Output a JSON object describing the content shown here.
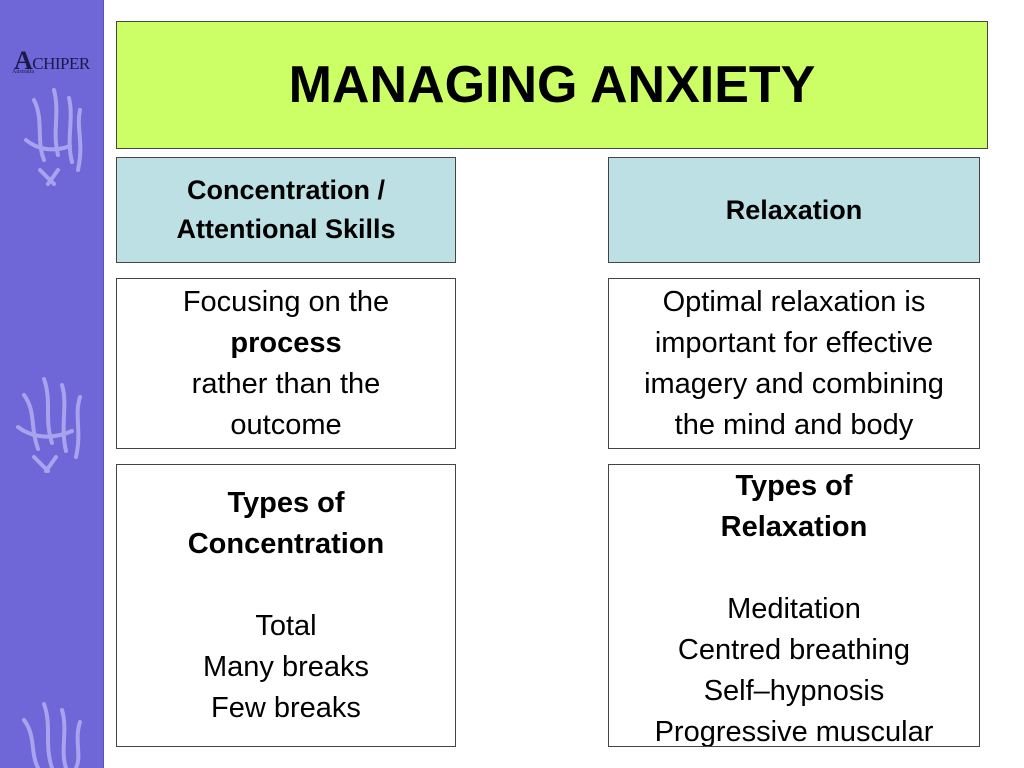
{
  "slide": {
    "title": "MANAGING ANXIETY",
    "logo": "CHIPER",
    "logo_initial": "A",
    "logo_sub": "Australia"
  },
  "left": {
    "heading_line1": "Concentration /",
    "heading_line2": "Attentional Skills",
    "focus_line1": "Focusing on the",
    "focus_line2": "process",
    "focus_line3": "rather than the",
    "focus_line4": "outcome",
    "types_line1": "Types of",
    "types_line2": "Concentration",
    "items": [
      "Total",
      "Many breaks",
      "Few breaks"
    ]
  },
  "right": {
    "heading": "Relaxation",
    "desc_line1": "Optimal relaxation is",
    "desc_line2": "important for effective",
    "desc_line3": "imagery and combining",
    "desc_line4": "the mind and body",
    "types_line1": "Types of",
    "types_line2": "Relaxation",
    "items": [
      "Meditation",
      "Centred breathing",
      "Self–hypnosis",
      "Progressive muscular"
    ]
  },
  "colors": {
    "sidebar": "#6f67d8",
    "title_bg": "#ccff66",
    "heading_bg": "#bce0e4"
  }
}
